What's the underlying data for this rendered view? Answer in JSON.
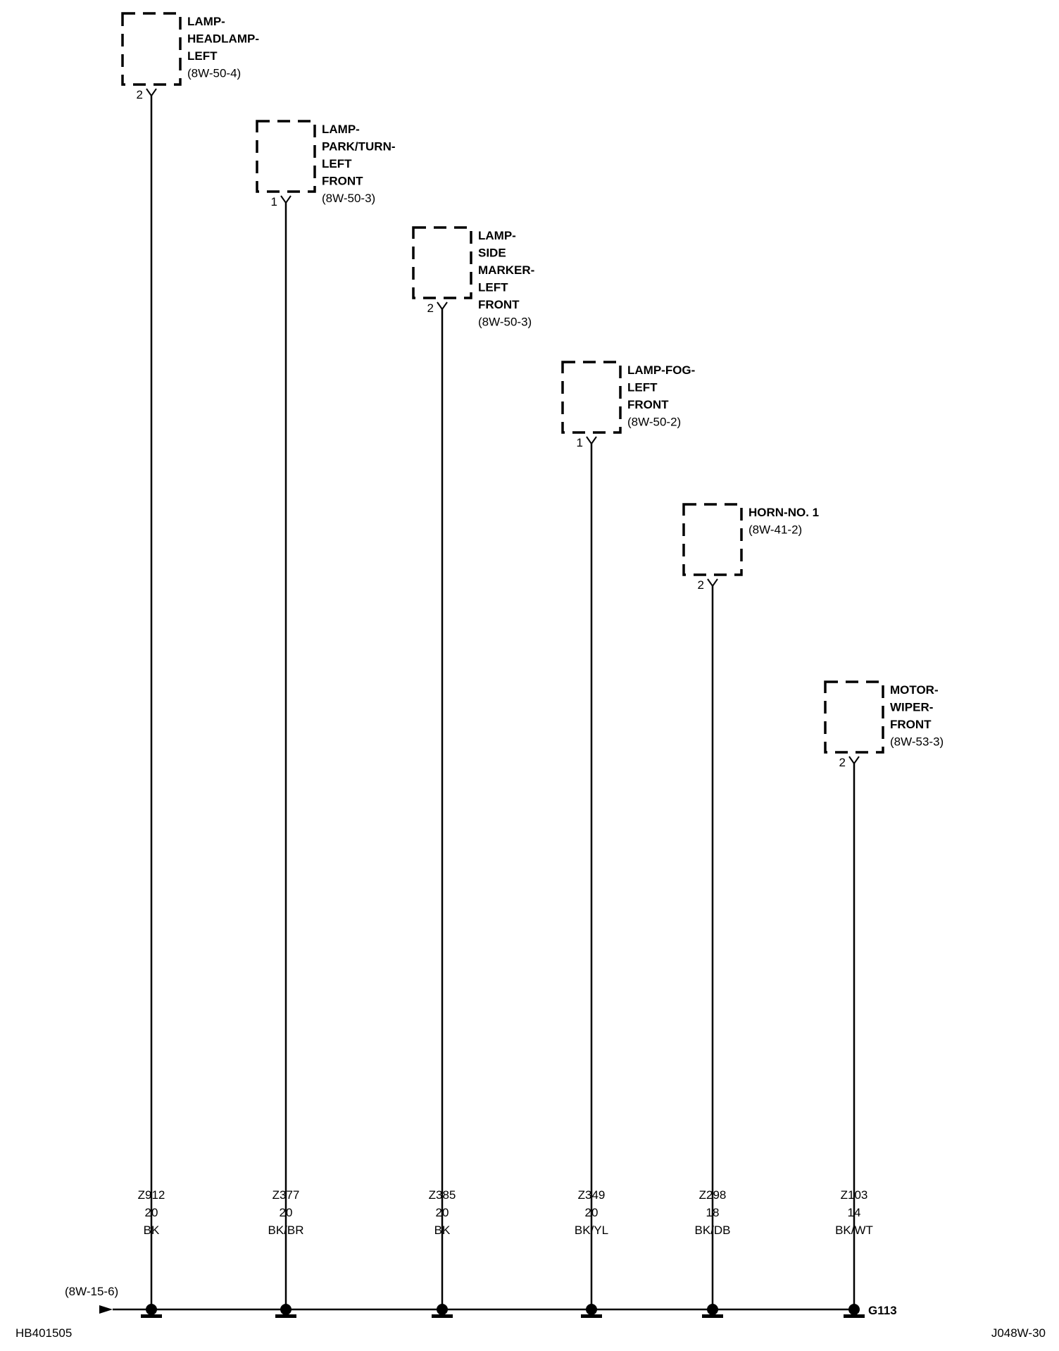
{
  "components": [
    {
      "lines": [
        "LAMP-",
        "HEADLAMP-",
        "LEFT"
      ],
      "ref": "(8W-50-4)",
      "pin": "2",
      "wire": {
        "circuit": "Z912",
        "gauge": "20",
        "color": "BK"
      }
    },
    {
      "lines": [
        "LAMP-",
        "PARK/TURN-",
        "LEFT",
        "FRONT"
      ],
      "ref": "(8W-50-3)",
      "pin": "1",
      "wire": {
        "circuit": "Z377",
        "gauge": "20",
        "color": "BK/BR"
      }
    },
    {
      "lines": [
        "LAMP-",
        "SIDE",
        "MARKER-",
        "LEFT",
        "FRONT"
      ],
      "ref": "(8W-50-3)",
      "pin": "2",
      "wire": {
        "circuit": "Z385",
        "gauge": "20",
        "color": "BK"
      }
    },
    {
      "lines": [
        "LAMP-FOG-",
        "LEFT",
        "FRONT"
      ],
      "ref": "(8W-50-2)",
      "pin": "1",
      "wire": {
        "circuit": "Z349",
        "gauge": "20",
        "color": "BK/YL"
      }
    },
    {
      "lines": [
        "HORN-NO. 1"
      ],
      "ref": "(8W-41-2)",
      "pin": "2",
      "wire": {
        "circuit": "Z298",
        "gauge": "18",
        "color": "BK/DB"
      }
    },
    {
      "lines": [
        "MOTOR-",
        "WIPER-",
        "FRONT"
      ],
      "ref": "(8W-53-3)",
      "pin": "2",
      "wire": {
        "circuit": "Z103",
        "gauge": "14",
        "color": "BK/WT"
      }
    }
  ],
  "ground": {
    "label": "G113"
  },
  "bus_ref": "(8W-15-6)",
  "footer": {
    "left": "HB401505",
    "right": "J048W-30"
  }
}
